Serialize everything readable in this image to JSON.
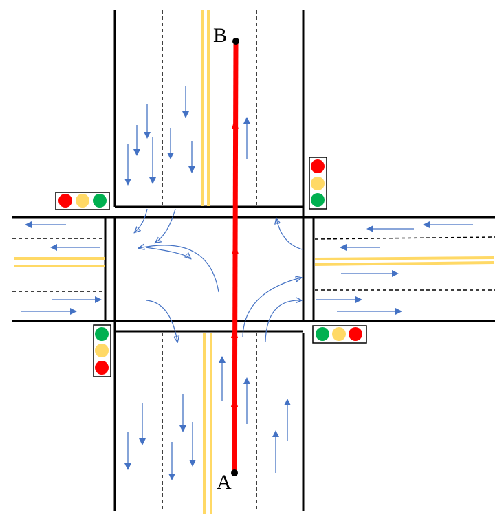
{
  "labels": {
    "point_a": "A",
    "point_b": "B"
  },
  "colors": {
    "road_edge": "#000000",
    "lane_divider": "#000000",
    "center_line": "#FFD966",
    "vehicle_flow": "#4472C4",
    "route": "#FF0000",
    "light_red": "#FF0000",
    "light_yellow": "#FFD966",
    "light_green": "#00B050"
  },
  "traffic_lights": {
    "north": [
      "red",
      "yellow",
      "green"
    ],
    "west": [
      "red",
      "yellow",
      "green"
    ],
    "south": [
      "green",
      "yellow",
      "red"
    ],
    "east": [
      "green",
      "yellow",
      "red"
    ]
  }
}
